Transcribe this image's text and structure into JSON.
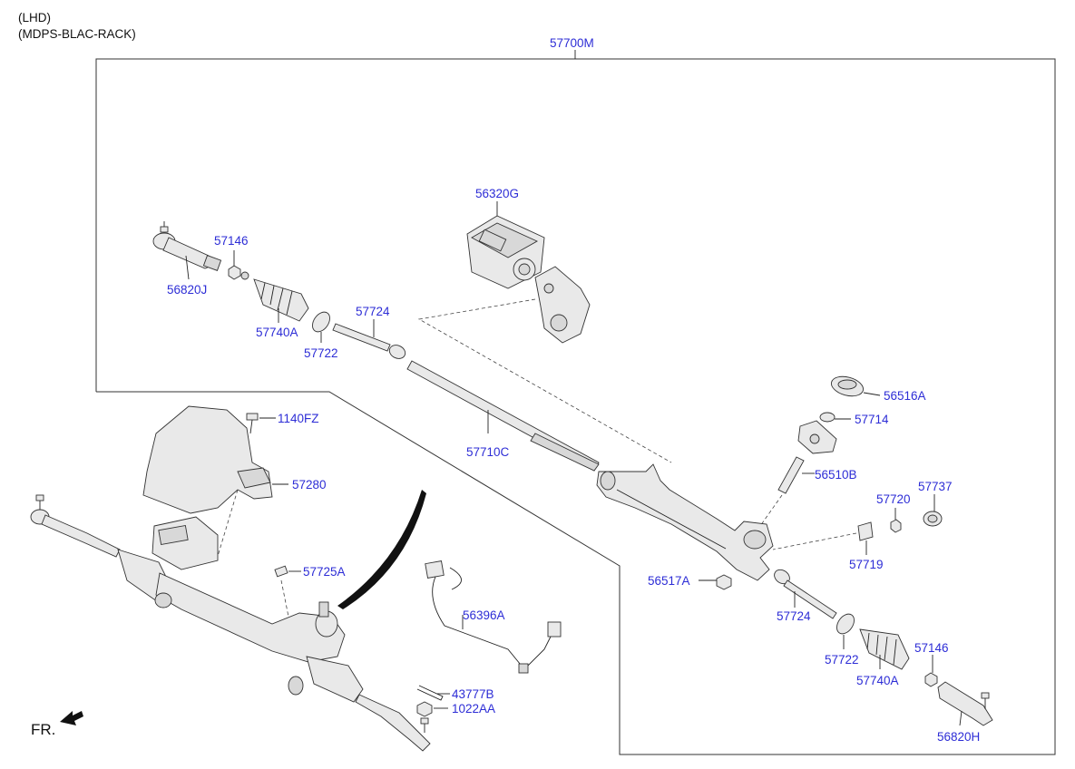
{
  "header": {
    "line1": "(LHD)",
    "line2": "(MDPS-BLAC-RACK)"
  },
  "assembly_label": "57700M",
  "parts": {
    "p56320G": "56320G",
    "p57146_left": "57146",
    "p56820J": "56820J",
    "p57740A_left": "57740A",
    "p57724_left": "57724",
    "p57722_left": "57722",
    "p57710C": "57710C",
    "p56516A": "56516A",
    "p57714": "57714",
    "p56510B": "56510B",
    "p57720": "57720",
    "p57737": "57737",
    "p57719": "57719",
    "p56517A": "56517A",
    "p57724_right": "57724",
    "p57722_right": "57722",
    "p57740A_right": "57740A",
    "p57146_right": "57146",
    "p56820H": "56820H",
    "p1140FZ": "1140FZ",
    "p57280": "57280",
    "p57725A": "57725A",
    "p56396A": "56396A",
    "p43777B": "43777B",
    "p1022AA": "1022AA"
  },
  "front_indicator": "FR."
}
